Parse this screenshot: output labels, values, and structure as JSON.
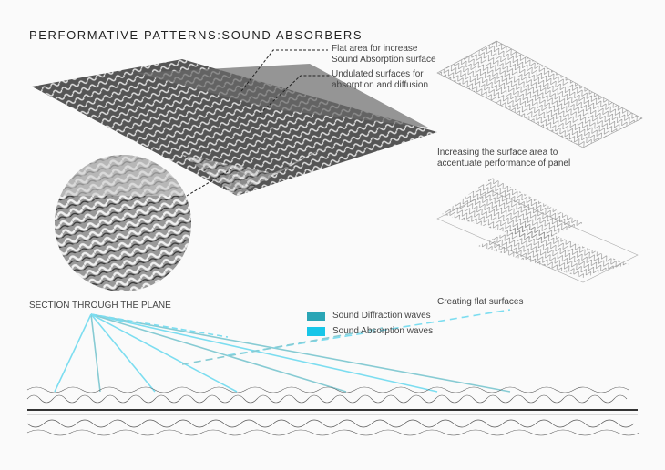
{
  "title": "PERFORMATIVE PATTERNS:SOUND ABSORBERS",
  "annotations": {
    "flat_area": [
      "Flat area for increase",
      "Sound Absorption surface"
    ],
    "undulated": [
      "Undulated surfaces for",
      "absorption and diffusion"
    ],
    "increasing": [
      "Increasing the surface area to",
      "accentuate performance of panel"
    ],
    "creating_flat": "Creating  flat surfaces",
    "section": "SECTION THROUGH THE PLANE"
  },
  "legend": [
    {
      "label": "Sound Diffraction waves",
      "color": "#2aa5b5"
    },
    {
      "label": "Sound Absorption waves",
      "color": "#17c6e8"
    }
  ]
}
